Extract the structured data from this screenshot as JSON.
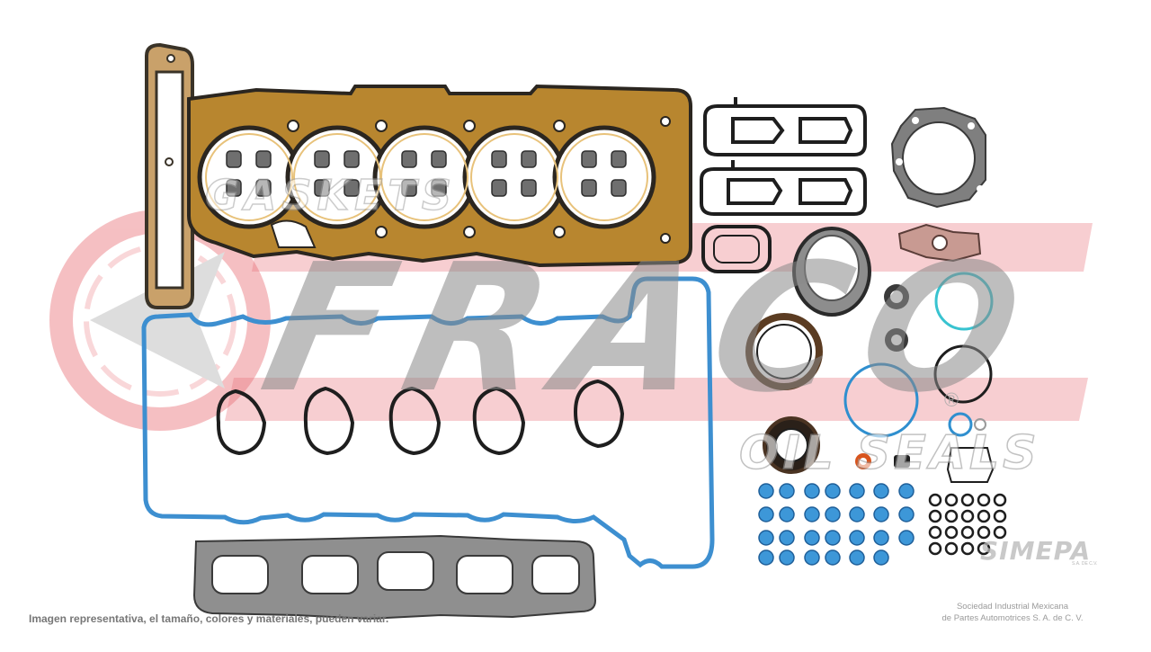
{
  "scene": {
    "description_kind": "product-photo",
    "colors": {
      "background": "#ffffff",
      "head_gasket": "#b8862f",
      "head_gasket_edge": "#2b2620",
      "blue_seal": "#3d8fd0",
      "black_seal": "#1e1e1e",
      "manifold_gasket": "#8f8f8f",
      "watermark_red": "#e9737a",
      "watermark_gray": "#8a8a8a",
      "teal_oring": "#38c3d0"
    }
  },
  "watermark": {
    "brand": "FRACO",
    "gaskets": "GASKETS",
    "oil_seals": "OIL SEALS",
    "registered": "®"
  },
  "logo": {
    "simepa": "SIMEPA",
    "simepa_small": "S.A. DE C.V."
  },
  "footer": {
    "caption": "Imagen representativa, el tamaño, colores y materiales, pueden variar.",
    "company_line1": "Sociedad Industrial Mexicana",
    "company_line2": "de Partes Automotrices S. A. de C. V."
  }
}
